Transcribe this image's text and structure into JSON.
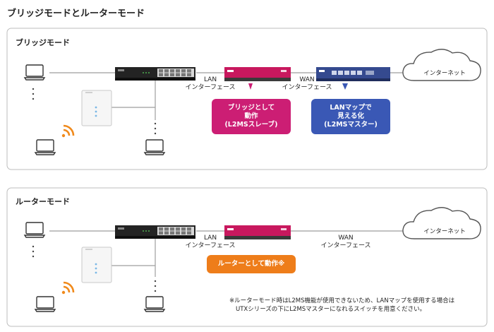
{
  "title": "ブリッジモードとルーターモード",
  "bridge": {
    "heading": "ブリッジモード",
    "lan_label": [
      "LAN",
      "インターフェース"
    ],
    "wan_label": [
      "WAN",
      "インターフェース"
    ],
    "cloud": "インターネット",
    "callout_router": [
      "ブリッジとして",
      "動作",
      "(L2MSスレーブ)"
    ],
    "callout_switch": [
      "LANマップで",
      "見える化",
      "(L2MSマスター)"
    ]
  },
  "router_mode": {
    "heading": "ルーターモード",
    "lan_label": [
      "LAN",
      "インターフェース"
    ],
    "wan_label": [
      "WAN",
      "インターフェース"
    ],
    "cloud": "インターネット",
    "callout": "ルーターとして動作※",
    "note": [
      "※ルーターモード時はL2MS機能が使用できないため、LANマップを使用する場合は",
      "UTXシリーズの下にL2MSマスターになれるスイッチを用意ください。"
    ]
  },
  "colors": {
    "bridge_callout": "#cc1e74",
    "switch_callout": "#3a58b5",
    "router_callout": "#ee7d1a",
    "router_body": "#c8185e",
    "wifi": "#f08a1c"
  }
}
